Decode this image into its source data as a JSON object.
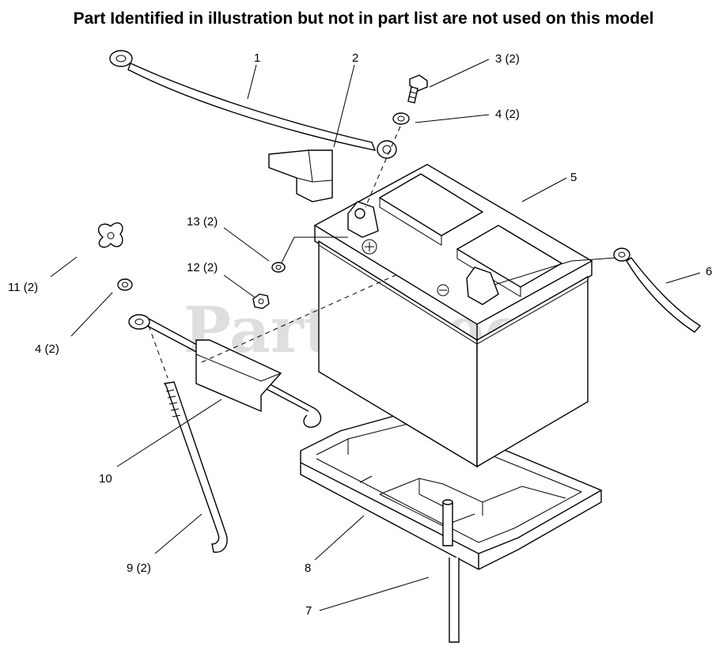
{
  "header": "Part Identified in illustration but not in part list are not used on this model",
  "watermark": "PartsTree",
  "callouts": [
    {
      "id": "1",
      "text": "1"
    },
    {
      "id": "2",
      "text": "2"
    },
    {
      "id": "3",
      "text": "3 (2)"
    },
    {
      "id": "4a",
      "text": "4 (2)"
    },
    {
      "id": "5",
      "text": "5"
    },
    {
      "id": "6",
      "text": "6"
    },
    {
      "id": "7",
      "text": "7"
    },
    {
      "id": "8",
      "text": "8"
    },
    {
      "id": "9",
      "text": "9 (2)"
    },
    {
      "id": "10",
      "text": "10"
    },
    {
      "id": "11",
      "text": "11 (2)"
    },
    {
      "id": "4b",
      "text": "4 (2)"
    },
    {
      "id": "12",
      "text": "12 (2)"
    },
    {
      "id": "13",
      "text": "13 (2)"
    }
  ]
}
